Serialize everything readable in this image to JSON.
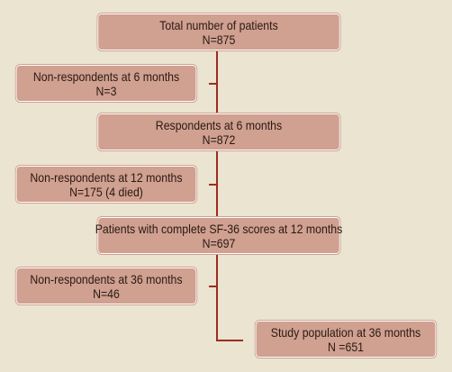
{
  "flowchart": {
    "total": {
      "label": "Total number of patients",
      "count": "N=875"
    },
    "nonrespondents_6m": {
      "label": "Non-respondents at 6 months",
      "count": "N=3"
    },
    "respondents_6m": {
      "label": "Respondents at 6 months",
      "count": "N=872"
    },
    "nonrespondents_12m": {
      "label": "Non-respondents at 12 months",
      "count": "N=175 (4 died)"
    },
    "complete_sf36_12m": {
      "label": "Patients with complete SF-36 scores at 12 months",
      "count": "N=697"
    },
    "nonrespondents_36m": {
      "label": "Non-respondents at 36 months",
      "count": "N=46"
    },
    "study_population_36m": {
      "label": "Study population at 36 months",
      "count": "N =651"
    }
  },
  "colors": {
    "background": "#eae4d0",
    "box_fill": "#d0a090",
    "connector": "#9b2d21"
  }
}
